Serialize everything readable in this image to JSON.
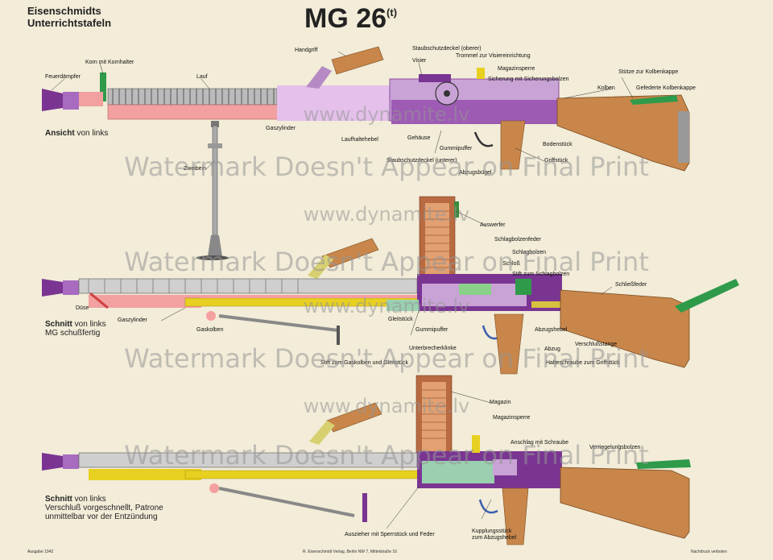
{
  "header": {
    "publisher_line1": "Eisenschmidts",
    "publisher_line2": "Unterrichtstafeln",
    "title": "MG 26",
    "title_sup": "(t)"
  },
  "views": {
    "top": {
      "bold": "Ansicht",
      "rest": " von links"
    },
    "middle": {
      "bold": "Schnitt",
      "rest": " von links",
      "line2": "MG schußfertig"
    },
    "bottom": {
      "bold": "Schnitt",
      "rest": " von links",
      "line2": "Verschluß vorgeschnellt, Patrone",
      "line3": "unmittelbar vor der Entzündung"
    }
  },
  "labels_top": {
    "handgriff": "Handgriff",
    "feuerdampfer": "Feuerdämpfer",
    "korn": "Korn mit Kornhalter",
    "lauf": "Lauf",
    "staubschutzdeckel_oben": "Staubschutzdeckel (oberer)",
    "visier": "Visier",
    "trommel": "Trommel zur Visiereinrichtung",
    "magazinsperre": "Magazinsperre",
    "sicherung": "Sicherung mit Sicherungsbolzen",
    "stuetze": "Stütze zur Kolbenkappe",
    "kolben": "Kolben",
    "kolbenkappe": "Gefederte Kolbenkappe",
    "gaszylinder": "Gaszylinder",
    "laufhaltehebel": "Laufhaltehebel",
    "gehaeuse": "Gehäuse",
    "gummipuffer": "Gummipuffer",
    "bodenstueck": "Bodenstück",
    "griffstueck": "Griffstück",
    "zweibein": "Zweibein",
    "staubschutzdeckel_unten": "Staubschutzdeckel (unterer)",
    "abzugsbuegel": "Abzugsbügel"
  },
  "labels_middle": {
    "auswerfer": "Auswerfer",
    "schlagbolzenfeder": "Schlagbolzenfeder",
    "schlagbolzen": "Schlagbolzen",
    "schloss": "Schloß",
    "stift_schlagbolzen": "Stift zum Schlagbolzen",
    "schliessfeder": "Schließfeder",
    "duese": "Düse",
    "gaszylinder": "Gaszylinder",
    "gaskolben": "Gaskolben",
    "gleitstueck": "Gleitstück",
    "gummipuffer": "Gummipuffer",
    "abzugshebel": "Abzugshebel",
    "unterbrecherklinke": "Unterbrecherklinke",
    "abzug": "Abzug",
    "verschlussstange": "Verschlußstange",
    "stift_gaskolben": "Stift zum Gaskolben und Gleitstück",
    "halteschraube": "Halteschraube zum Griffstück"
  },
  "labels_bottom": {
    "magazin": "Magazin",
    "magazinsperre": "Magazinsperre",
    "anschlag": "Anschlag mit Schraube",
    "verriegelungsbolzen": "Verriegelungsbolzen",
    "auszieher": "Auszieher mit Sperrstück und Feder",
    "kupplungsstueck": "Kupplungsstück",
    "kupplung_line2": "zum Abzugshebel"
  },
  "watermarks": {
    "site": "www.dynamite.lv",
    "notice": "Watermark Doesn't Appear on Final Print"
  },
  "footer": {
    "left": "Ausgabe 1942",
    "center": "R. Eisenschmidt Verlag, Berlin NW 7, Mittelstraße 16",
    "right": "Nachdruck verboten"
  },
  "colors": {
    "paper": "#f2ecd8",
    "receiver": "#c9a3d6",
    "receiver_dark": "#7a3592",
    "wood": "#c8864a",
    "barrel_steel": "#9a9a9a",
    "gas_pink": "#f2a0a0",
    "green": "#2f9a4a",
    "yellow": "#e8d020",
    "blue": "#4070c0"
  }
}
